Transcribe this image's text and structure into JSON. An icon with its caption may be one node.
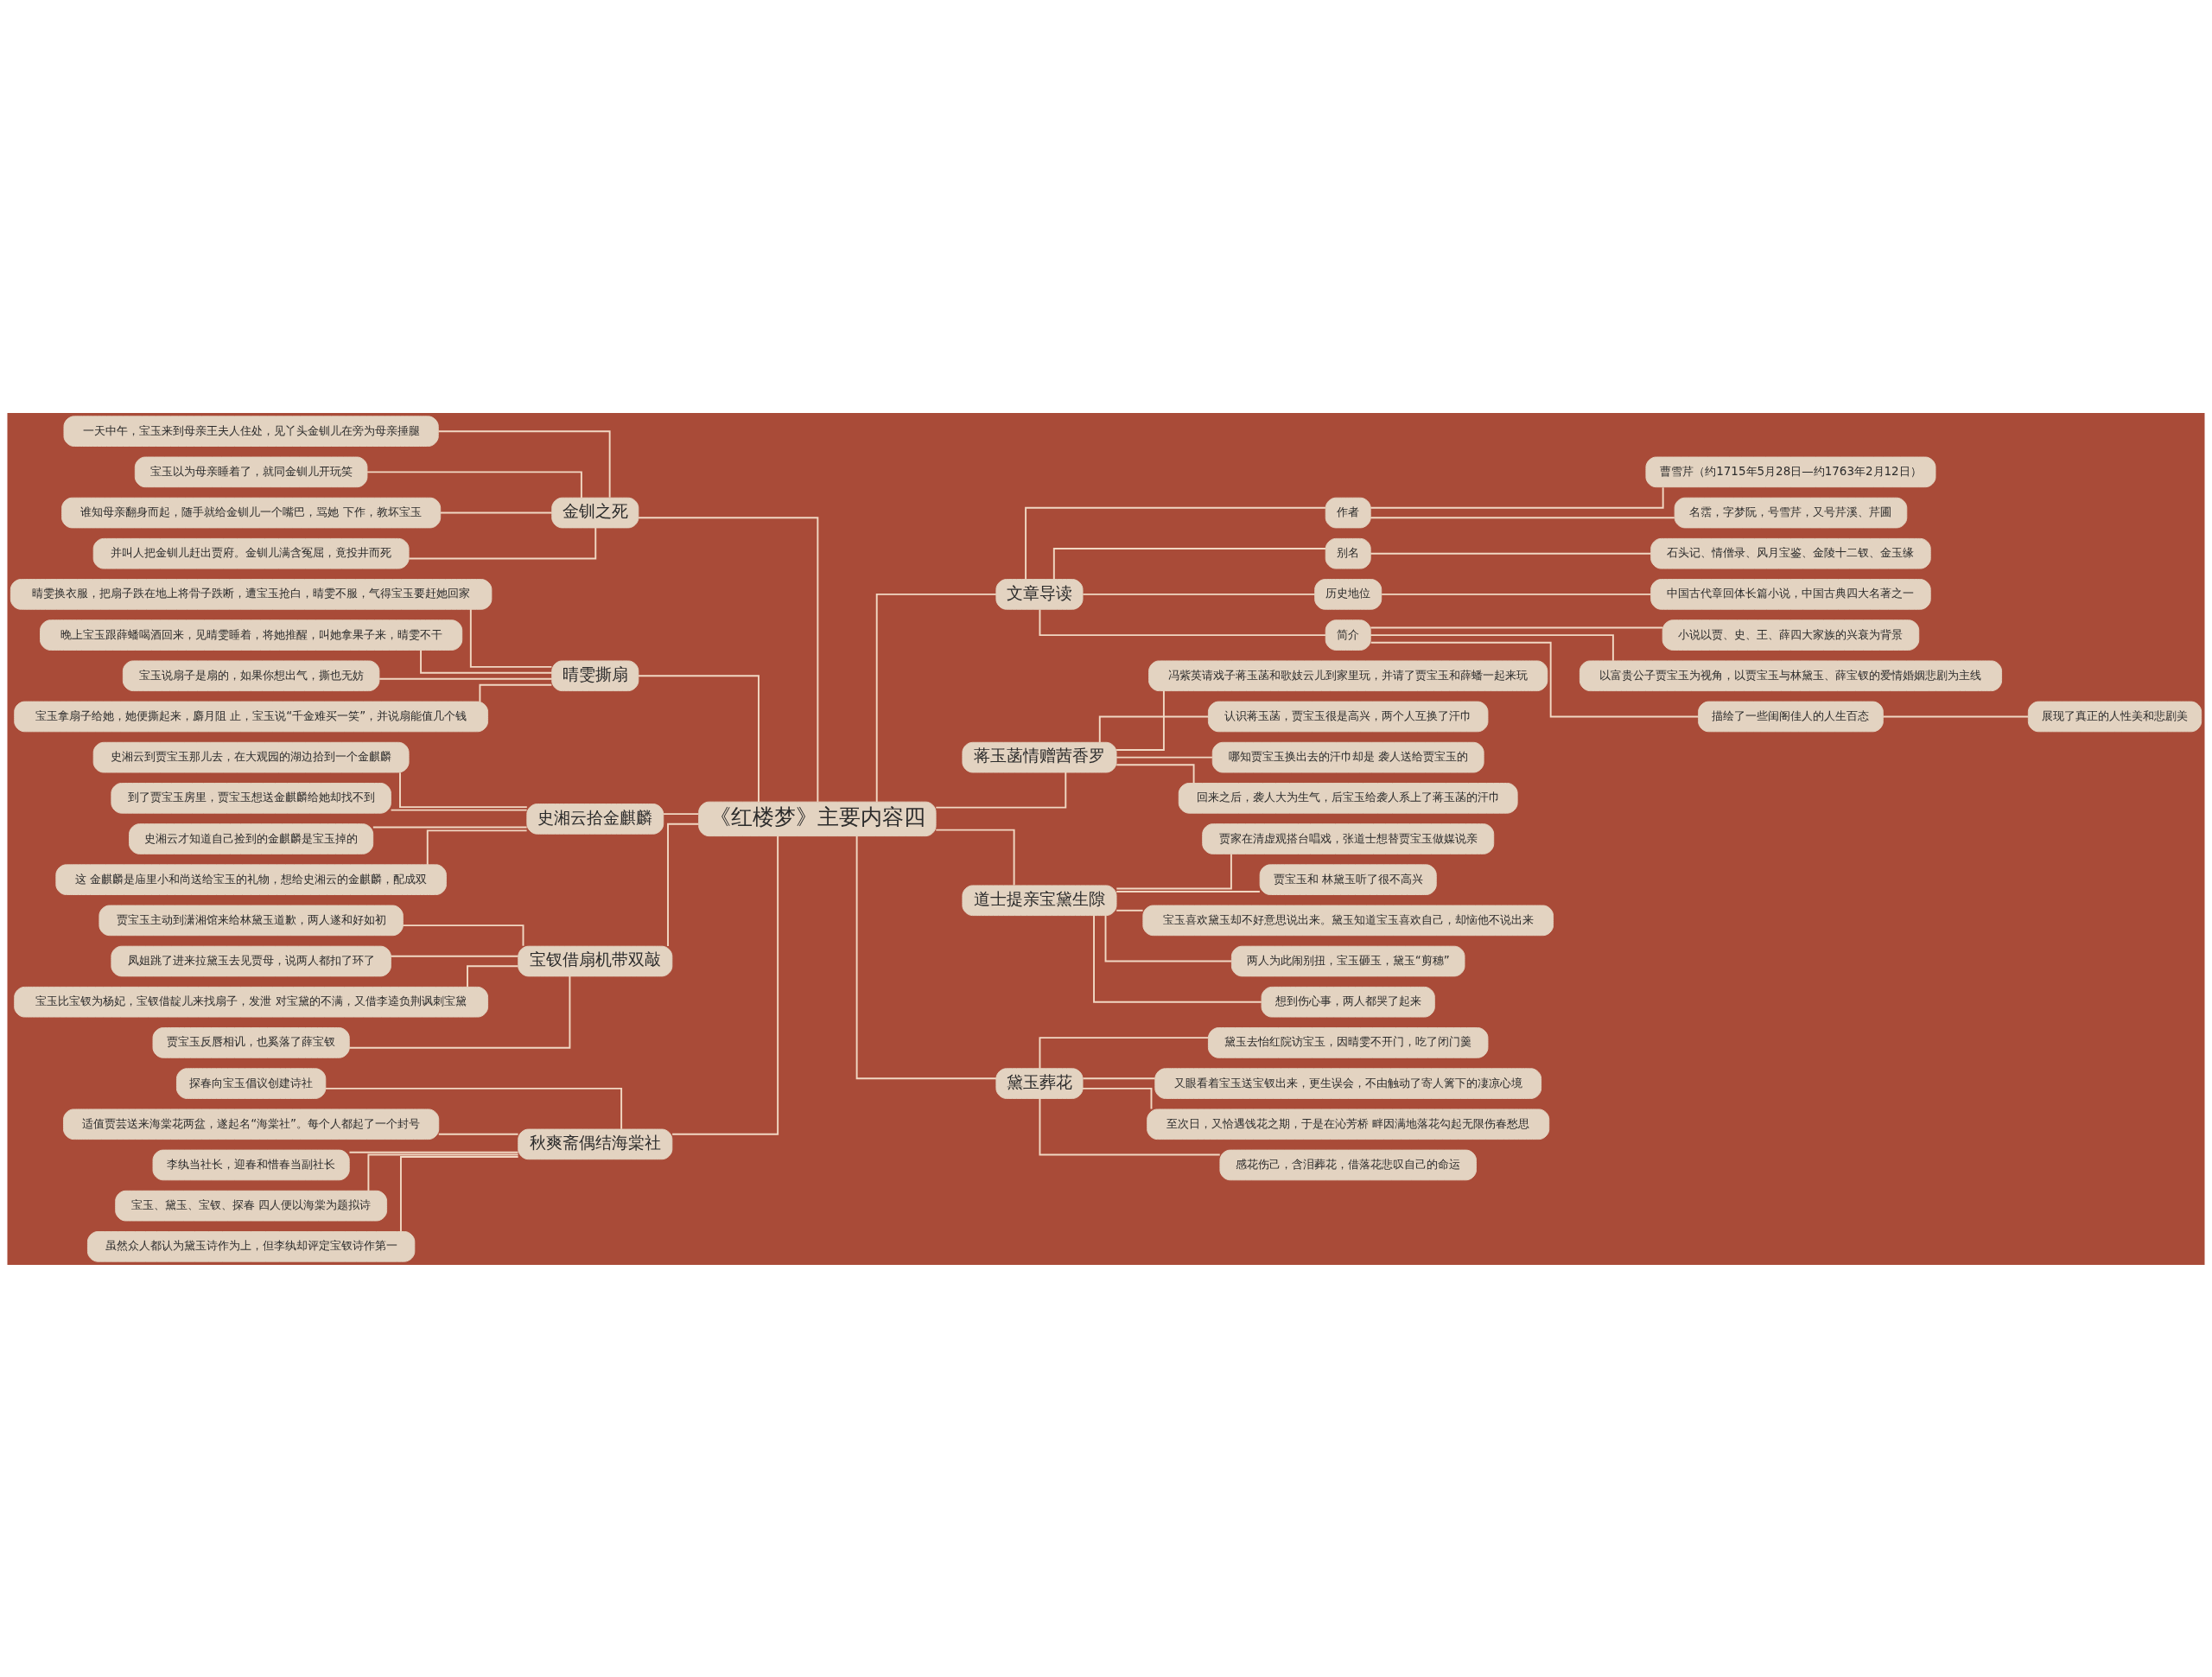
{
  "diagram": {
    "nodes": [
      {
        "text": [
          "《红楼梦》主要内容四"
        ]
      },
      {
        "text": [
          "金钏之死"
        ]
      },
      {
        "text": [
          "一天中午，宝玉来到母亲王夫人住处，见丫头金钏儿在旁为母亲捶腿"
        ]
      },
      {
        "text": [
          "宝玉以为母亲睡着了，就同金钏儿开玩笑"
        ]
      },
      {
        "text": [
          "谁知母亲翻身而起，随手就给金钏儿一个嘴巴，骂她 下作，教坏宝玉"
        ]
      },
      {
        "text": [
          "并叫人把金钏儿赶出贾府。金钏儿满含冤屈，竟投井而死"
        ]
      },
      {
        "text": [
          "晴雯撕扇"
        ]
      },
      {
        "text": [
          "晴雯换衣服，把扇子跌在地上将骨子跌断，遭宝玉抢白，晴雯不服，气得宝玉要赶她回家"
        ]
      },
      {
        "text": [
          "晚上宝玉跟薛蟠喝酒回来，见晴雯睡着，将她推醒，叫她拿果子来，晴雯不干"
        ]
      },
      {
        "text": [
          "宝玉说扇子是扇的，如果你想出气，撕也无妨"
        ]
      },
      {
        "text": [
          "宝玉拿扇子给她，她便撕起来，麝月阻 止，宝玉说“千金难买一笑”，并说扇能值几个钱"
        ]
      },
      {
        "text": [
          "史湘云拾金麒麟"
        ]
      },
      {
        "text": [
          "史湘云到贾宝玉那儿去，在大观园的湖边拾到一个金麒麟"
        ]
      },
      {
        "text": [
          "到了贾宝玉房里，贾宝玉想送金麒麟给她却找不到"
        ]
      },
      {
        "text": [
          "史湘云才知道自己捡到的金麒麟是宝玉掉的"
        ]
      },
      {
        "text": [
          "这 金麒麟是庙里小和尚送给宝玉的礼物，想给史湘云的金麒麟，配成双"
        ]
      },
      {
        "text": [
          "宝钗借扇机带双敲"
        ]
      },
      {
        "text": [
          "贾宝玉主动到潇湘馆来给林黛玉道歉，两人遂和好如初"
        ]
      },
      {
        "text": [
          "凤姐跳了进来拉黛玉去见贾母，说两人都扣了环了"
        ]
      },
      {
        "text": [
          "宝玉比宝钗为杨妃，宝钗借靛儿来找扇子，发泄 对宝黛的不满，又借李逵负荆讽刺宝黛"
        ]
      },
      {
        "text": [
          "贾宝玉反唇相讥，也奚落了薛宝钗"
        ]
      },
      {
        "text": [
          "秋爽斋偶结海棠社"
        ]
      },
      {
        "text": [
          "探春向宝玉倡议创建诗社"
        ]
      },
      {
        "text": [
          "适值贾芸送来海棠花两盆，遂起名“海棠社”。每个人都起了一个封号"
        ]
      },
      {
        "text": [
          "李纨当社长，迎春和惜春当副社长"
        ]
      },
      {
        "text": [
          "宝玉、黛玉、宝钗、探春 四人便以海棠为题拟诗"
        ]
      },
      {
        "text": [
          "虽然众人都认为黛玉诗作为上，但李纨却评定宝钗诗作第一"
        ]
      },
      {
        "text": [
          "文章导读"
        ]
      },
      {
        "text": [
          "作者"
        ]
      },
      {
        "text": [
          "曹雪芹（约1715年5月28日—约1763年2月12日）"
        ]
      },
      {
        "text": [
          "名霑，字梦阮，号雪芹，又号芹溪、芹圃"
        ]
      },
      {
        "text": [
          "别名"
        ]
      },
      {
        "text": [
          "石头记、情僧录、风月宝鉴、金陵十二钗、金玉缘"
        ]
      },
      {
        "text": [
          "历史地位"
        ]
      },
      {
        "text": [
          "中国古代章回体长篇小说，中国古典四大名著之一"
        ]
      },
      {
        "text": [
          "简介"
        ]
      },
      {
        "text": [
          "小说以贾、史、王、薛四大家族的兴衰为背景"
        ]
      },
      {
        "text": [
          "以富贵公子贾宝玉为视角，以贾宝玉与林黛玉、薛宝钗的爱情婚姻悲剧为主线"
        ]
      },
      {
        "text": [
          "描绘了一些闺阁佳人的人生百态"
        ]
      },
      {
        "text": [
          "展现了真正的人性美和悲剧美"
        ]
      },
      {
        "text": [
          "蒋玉菡情赠茜香罗"
        ]
      },
      {
        "text": [
          "冯紫英请戏子蒋玉菡和歌妓云儿到家里玩，并请了贾宝玉和薛蟠一起来玩"
        ]
      },
      {
        "text": [
          "认识蒋玉菡，贾宝玉很是高兴，两个人互换了汗巾"
        ]
      },
      {
        "text": [
          "哪知贾宝玉换出去的汗巾却是 袭人送给贾宝玉的"
        ]
      },
      {
        "text": [
          "回来之后，袭人大为生气，后宝玉给袭人系上了蒋玉菡的汗巾"
        ]
      },
      {
        "text": [
          "道士提亲宝黛生隙"
        ]
      },
      {
        "text": [
          "贾家在清虚观搭台唱戏，张道士想替贾宝玉做媒说亲"
        ]
      },
      {
        "text": [
          "贾宝玉和 林黛玉听了很不高兴"
        ]
      },
      {
        "text": [
          "宝玉喜欢黛玉却不好意思说出来。黛玉知道宝玉喜欢自己，却恼他不说出来"
        ]
      },
      {
        "text": [
          "两人为此闹别扭，宝玉砸玉，黛玉“剪穗”"
        ]
      },
      {
        "text": [
          "想到伤心事，两人都哭了起来"
        ]
      },
      {
        "text": [
          "黛玉葬花"
        ]
      },
      {
        "text": [
          "黛玉去怡红院访宝玉，因晴雯不开门，吃了闭门羹"
        ]
      },
      {
        "text": [
          "又眼看着宝玉送宝钗出来，更生误会，不由触动了寄人篱下的凄凉心境"
        ]
      },
      {
        "text": [
          "至次日，又恰遇饯花之期，于是在沁芳桥 畔因满地落花勾起无限伤春愁思"
        ]
      },
      {
        "text": [
          "感花伤己，含泪葬花，借落花悲叹自己的命运"
        ]
      }
    ],
    "edges": [
      {
        "from": 0,
        "to": 1,
        "arrow": "none"
      },
      {
        "from": 1,
        "to": 2,
        "arrow": "none"
      },
      {
        "from": 1,
        "to": 3,
        "arrow": "none"
      },
      {
        "from": 1,
        "to": 4,
        "arrow": "none"
      },
      {
        "from": 1,
        "to": 5,
        "arrow": "none"
      },
      {
        "from": 0,
        "to": 6,
        "arrow": "none"
      },
      {
        "from": 6,
        "to": 7,
        "arrow": "none"
      },
      {
        "from": 6,
        "to": 8,
        "arrow": "none"
      },
      {
        "from": 6,
        "to": 9,
        "arrow": "none"
      },
      {
        "from": 6,
        "to": 10,
        "arrow": "none"
      },
      {
        "from": 0,
        "to": 11,
        "arrow": "none"
      },
      {
        "from": 11,
        "to": 12,
        "arrow": "none"
      },
      {
        "from": 11,
        "to": 13,
        "arrow": "none"
      },
      {
        "from": 11,
        "to": 14,
        "arrow": "none"
      },
      {
        "from": 11,
        "to": 15,
        "arrow": "none"
      },
      {
        "from": 0,
        "to": 16,
        "arrow": "none"
      },
      {
        "from": 16,
        "to": 17,
        "arrow": "none"
      },
      {
        "from": 16,
        "to": 18,
        "arrow": "none"
      },
      {
        "from": 16,
        "to": 19,
        "arrow": "none"
      },
      {
        "from": 16,
        "to": 20,
        "arrow": "none"
      },
      {
        "from": 0,
        "to": 21,
        "arrow": "none"
      },
      {
        "from": 21,
        "to": 22,
        "arrow": "none"
      },
      {
        "from": 21,
        "to": 23,
        "arrow": "none"
      },
      {
        "from": 21,
        "to": 24,
        "arrow": "none"
      },
      {
        "from": 21,
        "to": 25,
        "arrow": "none"
      },
      {
        "from": 21,
        "to": 26,
        "arrow": "none"
      },
      {
        "from": 0,
        "to": 27,
        "arrow": "none"
      },
      {
        "from": 27,
        "to": 28,
        "arrow": "none"
      },
      {
        "from": 28,
        "to": 29,
        "arrow": "none"
      },
      {
        "from": 28,
        "to": 30,
        "arrow": "none"
      },
      {
        "from": 27,
        "to": 31,
        "arrow": "none"
      },
      {
        "from": 31,
        "to": 32,
        "arrow": "none"
      },
      {
        "from": 27,
        "to": 33,
        "arrow": "none"
      },
      {
        "from": 33,
        "to": 34,
        "arrow": "none"
      },
      {
        "from": 27,
        "to": 35,
        "arrow": "none"
      },
      {
        "from": 35,
        "to": 36,
        "arrow": "none"
      },
      {
        "from": 35,
        "to": 37,
        "arrow": "none"
      },
      {
        "from": 35,
        "to": 38,
        "arrow": "none"
      },
      {
        "from": 38,
        "to": 39,
        "arrow": "none"
      },
      {
        "from": 0,
        "to": 40,
        "arrow": "none"
      },
      {
        "from": 40,
        "to": 41,
        "arrow": "none"
      },
      {
        "from": 40,
        "to": 42,
        "arrow": "none"
      },
      {
        "from": 40,
        "to": 43,
        "arrow": "none"
      },
      {
        "from": 40,
        "to": 44,
        "arrow": "none"
      },
      {
        "from": 0,
        "to": 45,
        "arrow": "none"
      },
      {
        "from": 45,
        "to": 46,
        "arrow": "none"
      },
      {
        "from": 45,
        "to": 47,
        "arrow": "none"
      },
      {
        "from": 45,
        "to": 48,
        "arrow": "none"
      },
      {
        "from": 45,
        "to": 49,
        "arrow": "none"
      },
      {
        "from": 45,
        "to": 50,
        "arrow": "none"
      },
      {
        "from": 0,
        "to": 51,
        "arrow": "none"
      },
      {
        "from": 51,
        "to": 52,
        "arrow": "none"
      },
      {
        "from": 51,
        "to": 53,
        "arrow": "none"
      },
      {
        "from": 51,
        "to": 54,
        "arrow": "none"
      },
      {
        "from": 51,
        "to": 55,
        "arrow": "none"
      }
    ]
  }
}
